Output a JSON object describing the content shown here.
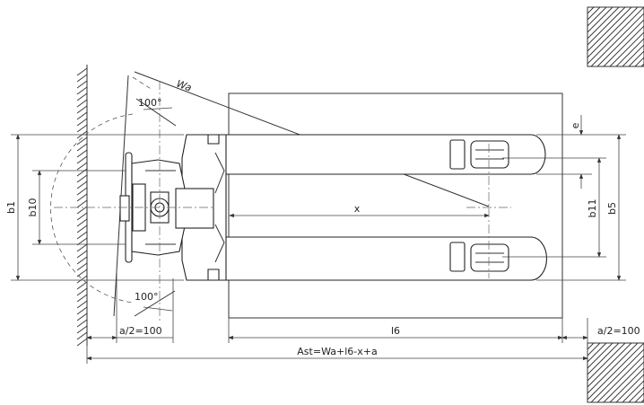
{
  "labels": {
    "wa": "Wa",
    "angle_top": "100°",
    "angle_bottom": "100°",
    "e": "e",
    "x": "x",
    "b1": "b1",
    "b10": "b10",
    "b11": "b11",
    "b5": "b5",
    "a_left": "a/2=100",
    "a_right": "a/2=100",
    "l6": "l6",
    "ast": "Ast=Wa+l6-x+a"
  }
}
